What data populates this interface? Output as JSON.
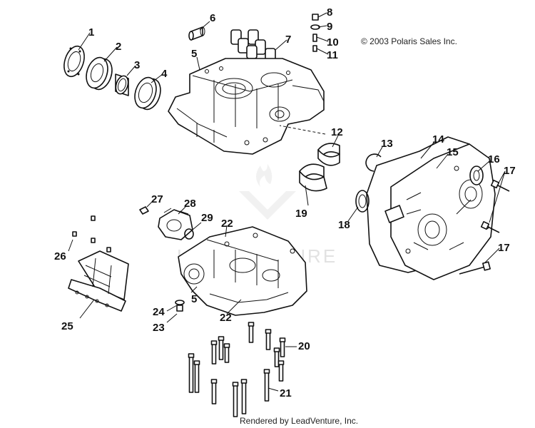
{
  "copyright": "© 2003 Polaris Sales Inc.",
  "footer": "Rendered by LeadVenture, Inc.",
  "watermark": "LEADVENTURE",
  "callouts": {
    "c1": "1",
    "c2": "2",
    "c3": "3",
    "c4": "4",
    "c5a": "5",
    "c5b": "5",
    "c6": "6",
    "c7": "7",
    "c8": "8",
    "c9": "9",
    "c10": "10",
    "c11": "11",
    "c12": "12",
    "c13": "13",
    "c14": "14",
    "c15": "15",
    "c16": "16",
    "c17a": "17",
    "c17b": "17",
    "c18": "18",
    "c19": "19",
    "c20": "20",
    "c21": "21",
    "c22a": "22",
    "c22b": "22",
    "c23": "23",
    "c24": "24",
    "c25": "25",
    "c26": "26",
    "c27": "27",
    "c28": "28",
    "c29": "29"
  }
}
